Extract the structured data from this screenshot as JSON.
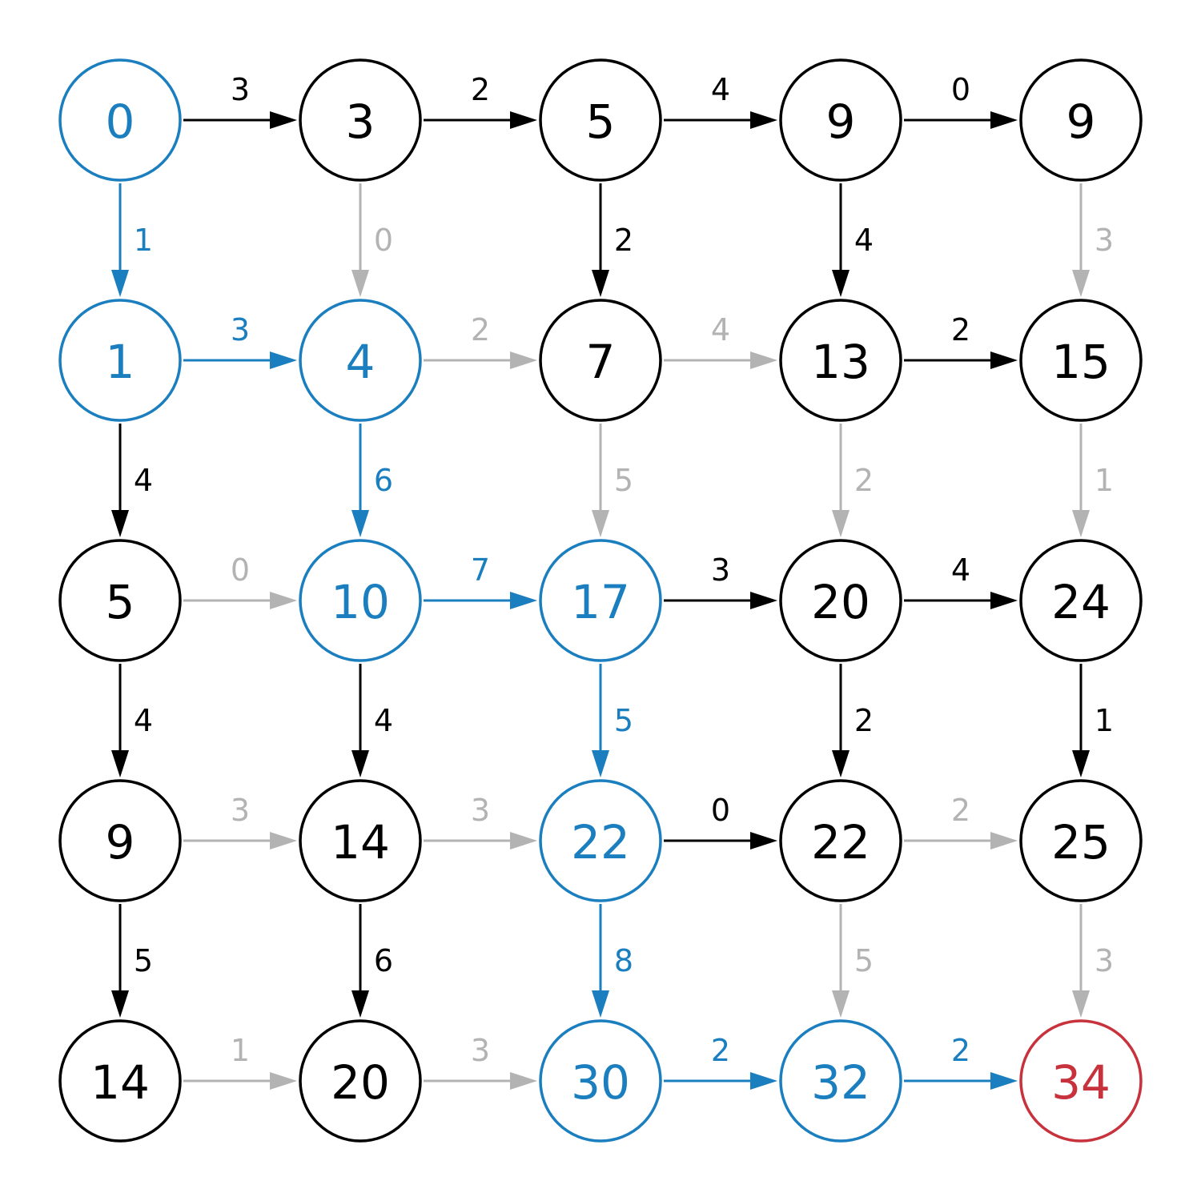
{
  "colors": {
    "default": "#000000",
    "path": "#1a7ebf",
    "inactive": "#b3b3b3",
    "target": "#c8323c"
  },
  "nodes": [
    [
      "0",
      "3",
      "5",
      "9",
      "9"
    ],
    [
      "1",
      "4",
      "7",
      "13",
      "15"
    ],
    [
      "5",
      "10",
      "17",
      "20",
      "24"
    ],
    [
      "9",
      "14",
      "22",
      "22",
      "25"
    ],
    [
      "14",
      "20",
      "30",
      "32",
      "34"
    ]
  ],
  "node_states": [
    [
      "path",
      "default",
      "default",
      "default",
      "default"
    ],
    [
      "path",
      "path",
      "default",
      "default",
      "default"
    ],
    [
      "default",
      "path",
      "path",
      "default",
      "default"
    ],
    [
      "default",
      "default",
      "path",
      "default",
      "default"
    ],
    [
      "default",
      "default",
      "path",
      "path",
      "target"
    ]
  ],
  "right_edges": [
    [
      {
        "w": "3",
        "s": "default"
      },
      {
        "w": "2",
        "s": "default"
      },
      {
        "w": "4",
        "s": "default"
      },
      {
        "w": "0",
        "s": "default"
      }
    ],
    [
      {
        "w": "3",
        "s": "path"
      },
      {
        "w": "2",
        "s": "inactive"
      },
      {
        "w": "4",
        "s": "inactive"
      },
      {
        "w": "2",
        "s": "default"
      }
    ],
    [
      {
        "w": "0",
        "s": "inactive"
      },
      {
        "w": "7",
        "s": "path"
      },
      {
        "w": "3",
        "s": "default"
      },
      {
        "w": "4",
        "s": "default"
      }
    ],
    [
      {
        "w": "3",
        "s": "inactive"
      },
      {
        "w": "3",
        "s": "inactive"
      },
      {
        "w": "0",
        "s": "default"
      },
      {
        "w": "2",
        "s": "inactive"
      }
    ],
    [
      {
        "w": "1",
        "s": "inactive"
      },
      {
        "w": "3",
        "s": "inactive"
      },
      {
        "w": "2",
        "s": "path"
      },
      {
        "w": "2",
        "s": "path"
      }
    ]
  ],
  "down_edges": [
    [
      {
        "w": "1",
        "s": "path"
      },
      {
        "w": "0",
        "s": "inactive"
      },
      {
        "w": "2",
        "s": "default"
      },
      {
        "w": "4",
        "s": "default"
      },
      {
        "w": "3",
        "s": "inactive"
      }
    ],
    [
      {
        "w": "4",
        "s": "default"
      },
      {
        "w": "6",
        "s": "path"
      },
      {
        "w": "5",
        "s": "inactive"
      },
      {
        "w": "2",
        "s": "inactive"
      },
      {
        "w": "1",
        "s": "inactive"
      }
    ],
    [
      {
        "w": "4",
        "s": "default"
      },
      {
        "w": "4",
        "s": "default"
      },
      {
        "w": "5",
        "s": "path"
      },
      {
        "w": "2",
        "s": "default"
      },
      {
        "w": "1",
        "s": "default"
      }
    ],
    [
      {
        "w": "5",
        "s": "default"
      },
      {
        "w": "6",
        "s": "default"
      },
      {
        "w": "8",
        "s": "path"
      },
      {
        "w": "5",
        "s": "inactive"
      },
      {
        "w": "3",
        "s": "inactive"
      }
    ]
  ]
}
